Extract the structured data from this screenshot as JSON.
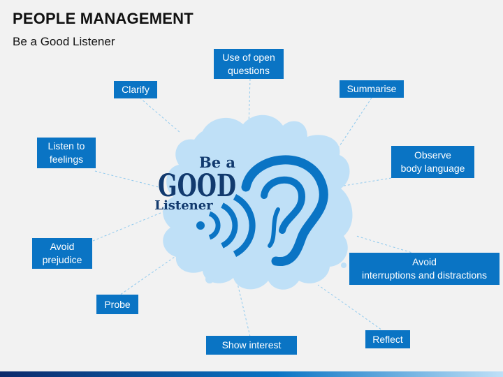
{
  "header": {
    "title": "PEOPLE MANAGEMENT",
    "subtitle": "Be a Good Listener"
  },
  "center": {
    "line1": "Be a",
    "line2": "GOOD",
    "line3": "Listener"
  },
  "boxes": {
    "clarify": "Clarify",
    "open_questions": "Use of open\nquestions",
    "summarise": "Summarise",
    "listen_feelings": "Listen to\nfeelings",
    "observe": "Observe\nbody language",
    "prejudice": "Avoid\nprejudice",
    "interruptions": "Avoid\ninterruptions and distractions",
    "probe": "Probe",
    "show_interest": "Show interest",
    "reflect": "Reflect"
  },
  "colors": {
    "box": "#0a74c4",
    "blob": "#bfe0f7",
    "ear": "#0a74c4",
    "text_dark": "#123a6e"
  }
}
